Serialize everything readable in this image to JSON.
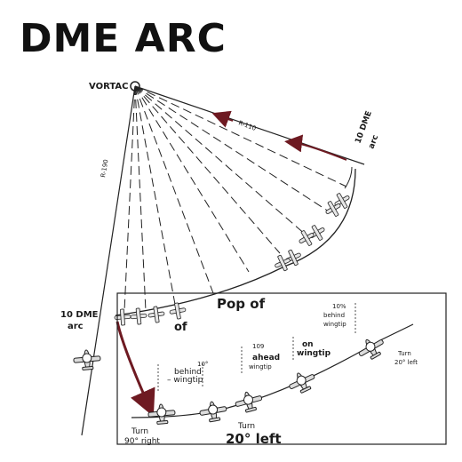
{
  "title": "DME ARC",
  "labels": {
    "vortac": "VORTAC",
    "radial_190": "R-190",
    "radial_110": "R-110",
    "dme_arc_right_1": "10 DME",
    "dme_arc_right_2": "arc",
    "dme_arc_left_1": "10 DME",
    "dme_arc_left_2": "arc",
    "pop_of": "Pop of",
    "of": "of"
  },
  "inset": {
    "behind_10": [
      "10%",
      "behind",
      "wingtip"
    ],
    "behind_10b": [
      "10°",
      "behind",
      "– wingtip"
    ],
    "ahead_10": [
      "109",
      "ahead",
      "wingtip"
    ],
    "on_wingtip": [
      "on",
      "wingtip"
    ],
    "turn_20_left_small": [
      "Turn",
      "20° left"
    ],
    "turn_90_right": [
      "Turn",
      "90° right"
    ],
    "turn_20_left_big": [
      "Turn",
      "20° left"
    ]
  },
  "colors": {
    "line": "#222222",
    "arrow": "#6e1a22",
    "radial_arrow": "#6e1a22"
  }
}
